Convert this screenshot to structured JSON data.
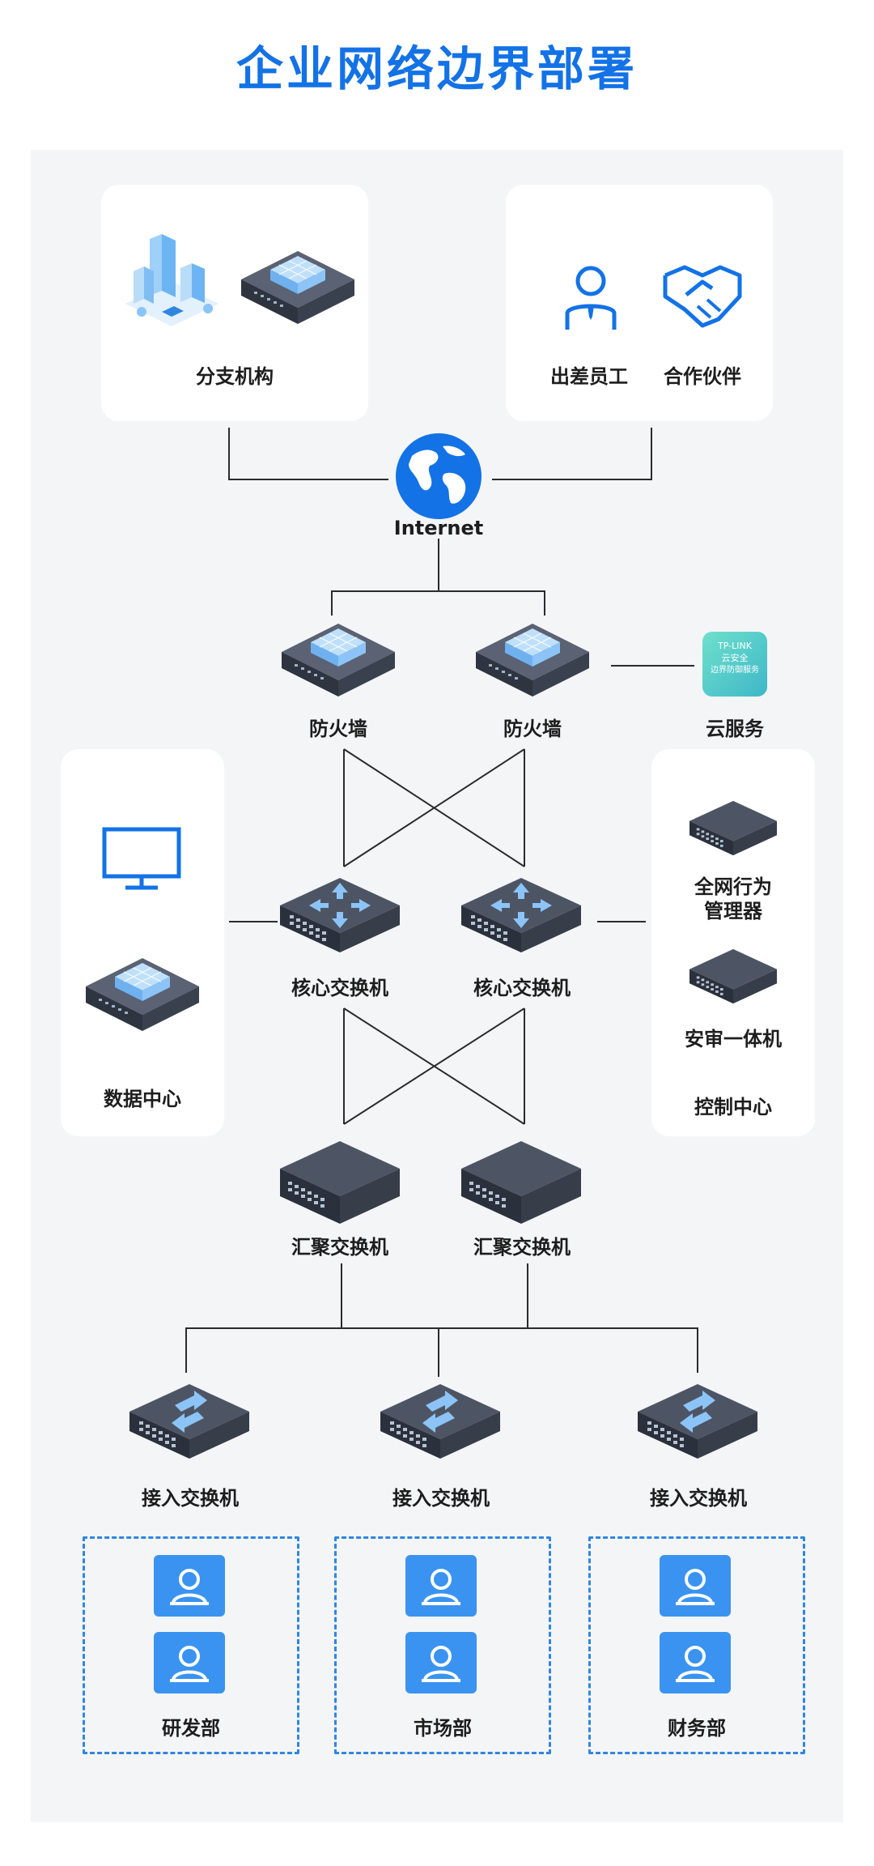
{
  "title": "企业网络边界部署",
  "nodes": {
    "branch": "分支机构",
    "traveler": "出差员工",
    "partner": "合作伙伴",
    "internet": "Internet",
    "firewall_1": "防火墙",
    "firewall_2": "防火墙",
    "cloud_service": "云服务",
    "cloud_badge": [
      "TP-LINK",
      "云安全",
      "边界防御服务"
    ],
    "data_center": "数据中心",
    "core_switch_1": "核心交换机",
    "core_switch_2": "核心交换机",
    "behavior_manager": [
      "全网行为",
      "管理器"
    ],
    "audit_appliance": "安审一体机",
    "control_center": "控制中心",
    "agg_switch_1": "汇聚交换机",
    "agg_switch_2": "汇聚交换机",
    "access_switch_1": "接入交换机",
    "access_switch_2": "接入交换机",
    "access_switch_3": "接入交换机",
    "dept_rd": "研发部",
    "dept_market": "市场部",
    "dept_finance": "财务部"
  },
  "colors": {
    "title": "#1372e6",
    "accent": "#2f86e0",
    "user_tile": "#3a93f0",
    "device_dark": "#3c4352",
    "firewall_blocks": "#8cc4f7",
    "panel_bg": "#f4f5f7"
  }
}
